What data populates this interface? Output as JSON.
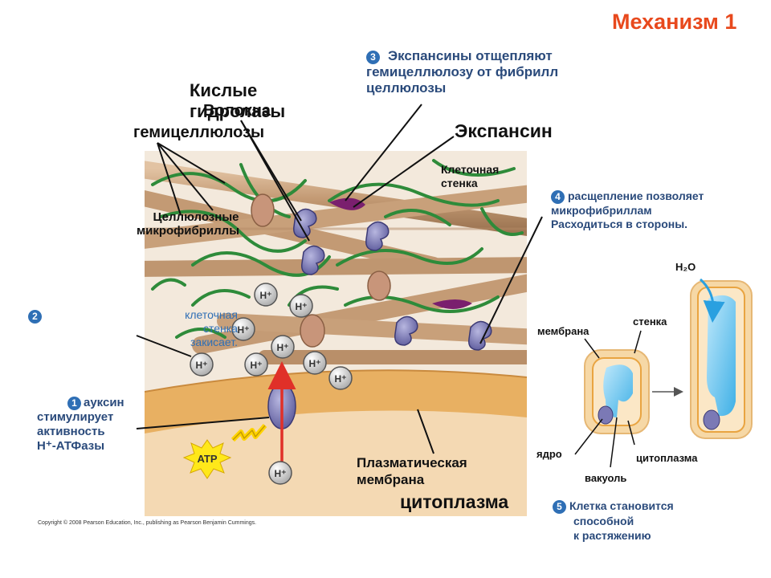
{
  "title": "Механизм 1",
  "step3": {
    "num": "3",
    "line1": "Экспансины отщепляют",
    "line2": "гемицеллюлозу от фибрилл",
    "line3": "целлюлозы"
  },
  "label_acid_line1": "Кислые",
  "label_acid_line2": "гидролазы",
  "label_fibers_overlap": "Волокна",
  "label_hemi": "гемицеллюлозы",
  "label_expansin": "Экспансин",
  "label_wall": {
    "line1": "Клеточная",
    "line2": "стенка"
  },
  "label_cellulose": {
    "line1": "Целлюлозные",
    "line2": "микрофибриллы"
  },
  "step4": {
    "num": "4",
    "line1": "расщепление позволяет",
    "line2": "микрофибриллам",
    "line3": "Расходиться в стороны."
  },
  "step2": {
    "num": "2",
    "line1": "клеточная",
    "line2": "стенка",
    "line3": "закисает."
  },
  "step1": {
    "num": "1",
    "line1": "ауксин",
    "line2": "стимулирует",
    "line3": "активность",
    "line4": "Н⁺-АТФазы"
  },
  "ion": "H⁺",
  "atp": "ATP",
  "label_membrane": {
    "line1": "Плазматическая",
    "line2": "мембрана"
  },
  "label_cytoplasm_big": "цитоплазма",
  "copyright": "Copyright © 2008 Pearson Education, Inc., publishing as Pearson Benjamin Cummings.",
  "cell": {
    "water": "H₂O",
    "membrane": "мембрана",
    "wall": "стенка",
    "nucleus": "ядро",
    "vacuole": "вакуоль",
    "cytoplasm": "цитоплазма"
  },
  "step5": {
    "num": "5",
    "line1": "Клетка становится",
    "line2": "способной",
    "line3": "к растяжению"
  },
  "colors": {
    "title": "#e8491d",
    "step_text": "#2a4a7b",
    "badge": "#2f6fb5",
    "fibril": "#c9a07a",
    "hemicellulose": "#2e8b3a",
    "enzyme": "#7b79b5",
    "expansin": "#7a1f6e",
    "membrane": "#e8b062",
    "cytoplasm": "#f4d9b3",
    "vacuole": "#6ec6ee",
    "arrow": "#e03028",
    "atp": "#ffe81a"
  }
}
